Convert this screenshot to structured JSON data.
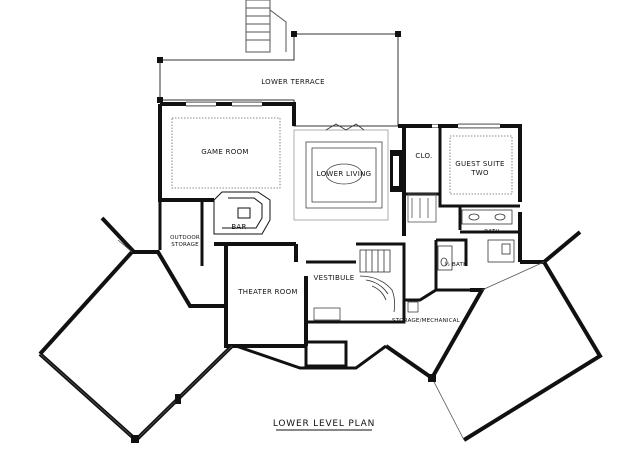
{
  "plan": {
    "title": "LOWER LEVEL PLAN",
    "rooms": {
      "lower_terrace": "LOWER TERRACE",
      "game_room": "GAME ROOM",
      "lower_living": "LOWER LIVING",
      "closet": "CLO.",
      "guest_suite_line1": "GUEST SUITE",
      "guest_suite_line2": "TWO",
      "bar": "BAR",
      "outdoor_storage_line1": "OUTDOOR",
      "outdoor_storage_line2": "STORAGE",
      "bath_main": "BATH",
      "half_bath": "½ BATH",
      "theater_room": "THEATER ROOM",
      "vestibule": "VESTIBULE",
      "storage_mechanical": "STORAGE/MECHANICAL"
    }
  }
}
